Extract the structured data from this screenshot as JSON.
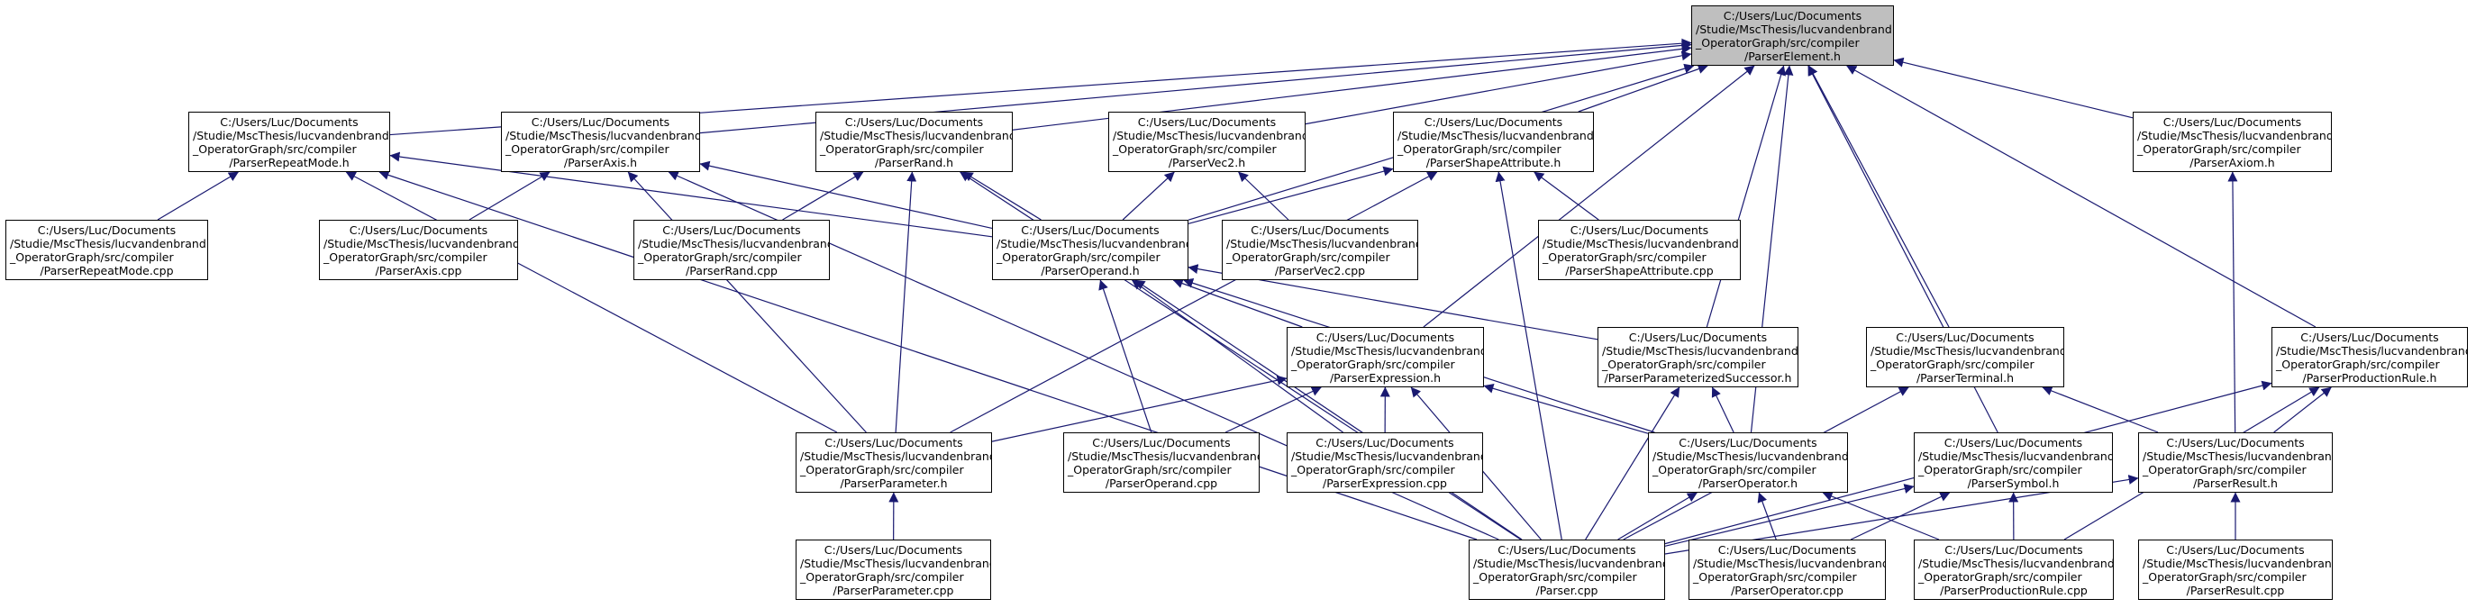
{
  "graph": {
    "edge_color": "#191970",
    "root_fill": "#bfbfbf",
    "nodes": [
      {
        "id": "root",
        "lines": [
          "C:/Users/Luc/Documents",
          "/Studie/MscThesis/lucvandenbrand",
          "_OperatorGraph/src/compiler",
          "/ParserElement.h"
        ]
      },
      {
        "id": "rpm_h",
        "lines": [
          "C:/Users/Luc/Documents",
          "/Studie/MscThesis/lucvandenbrand",
          "_OperatorGraph/src/compiler",
          "/ParserRepeatMode.h"
        ]
      },
      {
        "id": "axis_h",
        "lines": [
          "C:/Users/Luc/Documents",
          "/Studie/MscThesis/lucvandenbrand",
          "_OperatorGraph/src/compiler",
          "/ParserAxis.h"
        ]
      },
      {
        "id": "rand_h",
        "lines": [
          "C:/Users/Luc/Documents",
          "/Studie/MscThesis/lucvandenbrand",
          "_OperatorGraph/src/compiler",
          "/ParserRand.h"
        ]
      },
      {
        "id": "vec2_h",
        "lines": [
          "C:/Users/Luc/Documents",
          "/Studie/MscThesis/lucvandenbrand",
          "_OperatorGraph/src/compiler",
          "/ParserVec2.h"
        ]
      },
      {
        "id": "sa_h",
        "lines": [
          "C:/Users/Luc/Documents",
          "/Studie/MscThesis/lucvandenbrand",
          "_OperatorGraph/src/compiler",
          "/ParserShapeAttribute.h"
        ]
      },
      {
        "id": "axiom_h",
        "lines": [
          "C:/Users/Luc/Documents",
          "/Studie/MscThesis/lucvandenbrand",
          "_OperatorGraph/src/compiler",
          "/ParserAxiom.h"
        ]
      },
      {
        "id": "rpm_cpp",
        "lines": [
          "C:/Users/Luc/Documents",
          "/Studie/MscThesis/lucvandenbrand",
          "_OperatorGraph/src/compiler",
          "/ParserRepeatMode.cpp"
        ]
      },
      {
        "id": "axis_cpp",
        "lines": [
          "C:/Users/Luc/Documents",
          "/Studie/MscThesis/lucvandenbrand",
          "_OperatorGraph/src/compiler",
          "/ParserAxis.cpp"
        ]
      },
      {
        "id": "rand_cpp",
        "lines": [
          "C:/Users/Luc/Documents",
          "/Studie/MscThesis/lucvandenbrand",
          "_OperatorGraph/src/compiler",
          "/ParserRand.cpp"
        ]
      },
      {
        "id": "operand_h",
        "lines": [
          "C:/Users/Luc/Documents",
          "/Studie/MscThesis/lucvandenbrand",
          "_OperatorGraph/src/compiler",
          "/ParserOperand.h"
        ]
      },
      {
        "id": "vec2_cpp",
        "lines": [
          "C:/Users/Luc/Documents",
          "/Studie/MscThesis/lucvandenbrand",
          "_OperatorGraph/src/compiler",
          "/ParserVec2.cpp"
        ]
      },
      {
        "id": "sa_cpp",
        "lines": [
          "C:/Users/Luc/Documents",
          "/Studie/MscThesis/lucvandenbrand",
          "_OperatorGraph/src/compiler",
          "/ParserShapeAttribute.cpp"
        ]
      },
      {
        "id": "expr_h",
        "lines": [
          "C:/Users/Luc/Documents",
          "/Studie/MscThesis/lucvandenbrand",
          "_OperatorGraph/src/compiler",
          "/ParserExpression.h"
        ]
      },
      {
        "id": "ps_h",
        "lines": [
          "C:/Users/Luc/Documents",
          "/Studie/MscThesis/lucvandenbrand",
          "_OperatorGraph/src/compiler",
          "/ParserParameterizedSuccessor.h"
        ]
      },
      {
        "id": "term_h",
        "lines": [
          "C:/Users/Luc/Documents",
          "/Studie/MscThesis/lucvandenbrand",
          "_OperatorGraph/src/compiler",
          "/ParserTerminal.h"
        ]
      },
      {
        "id": "prule_h",
        "lines": [
          "C:/Users/Luc/Documents",
          "/Studie/MscThesis/lucvandenbrand",
          "_OperatorGraph/src/compiler",
          "/ParserProductionRule.h"
        ]
      },
      {
        "id": "param_h",
        "lines": [
          "C:/Users/Luc/Documents",
          "/Studie/MscThesis/lucvandenbrand",
          "_OperatorGraph/src/compiler",
          "/ParserParameter.h"
        ]
      },
      {
        "id": "operand_cpp",
        "lines": [
          "C:/Users/Luc/Documents",
          "/Studie/MscThesis/lucvandenbrand",
          "_OperatorGraph/src/compiler",
          "/ParserOperand.cpp"
        ]
      },
      {
        "id": "expr_cpp",
        "lines": [
          "C:/Users/Luc/Documents",
          "/Studie/MscThesis/lucvandenbrand",
          "_OperatorGraph/src/compiler",
          "/ParserExpression.cpp"
        ]
      },
      {
        "id": "operator_h",
        "lines": [
          "C:/Users/Luc/Documents",
          "/Studie/MscThesis/lucvandenbrand",
          "_OperatorGraph/src/compiler",
          "/ParserOperator.h"
        ]
      },
      {
        "id": "symbol_h",
        "lines": [
          "C:/Users/Luc/Documents",
          "/Studie/MscThesis/lucvandenbrand",
          "_OperatorGraph/src/compiler",
          "/ParserSymbol.h"
        ]
      },
      {
        "id": "result_h",
        "lines": [
          "C:/Users/Luc/Documents",
          "/Studie/MscThesis/lucvandenbrand",
          "_OperatorGraph/src/compiler",
          "/ParserResult.h"
        ]
      },
      {
        "id": "param_cpp",
        "lines": [
          "C:/Users/Luc/Documents",
          "/Studie/MscThesis/lucvandenbrand",
          "_OperatorGraph/src/compiler",
          "/ParserParameter.cpp"
        ]
      },
      {
        "id": "parser_cpp",
        "lines": [
          "C:/Users/Luc/Documents",
          "/Studie/MscThesis/lucvandenbrand",
          "_OperatorGraph/src/compiler",
          "/Parser.cpp"
        ]
      },
      {
        "id": "operator_cpp",
        "lines": [
          "C:/Users/Luc/Documents",
          "/Studie/MscThesis/lucvandenbrand",
          "_OperatorGraph/src/compiler",
          "/ParserOperator.cpp"
        ]
      },
      {
        "id": "prule_cpp",
        "lines": [
          "C:/Users/Luc/Documents",
          "/Studie/MscThesis/lucvandenbrand",
          "_OperatorGraph/src/compiler",
          "/ParserProductionRule.cpp"
        ]
      },
      {
        "id": "result_cpp",
        "lines": [
          "C:/Users/Luc/Documents",
          "/Studie/MscThesis/lucvandenbrand",
          "_OperatorGraph/src/compiler",
          "/ParserResult.cpp"
        ]
      }
    ],
    "edges": [
      [
        "rpm_h",
        "root"
      ],
      [
        "axis_h",
        "root"
      ],
      [
        "rand_h",
        "root"
      ],
      [
        "vec2_h",
        "root"
      ],
      [
        "sa_h",
        "root"
      ],
      [
        "axiom_h",
        "root"
      ],
      [
        "operand_h",
        "root"
      ],
      [
        "expr_h",
        "root"
      ],
      [
        "ps_h",
        "root"
      ],
      [
        "term_h",
        "root"
      ],
      [
        "prule_h",
        "root"
      ],
      [
        "operator_h",
        "root"
      ],
      [
        "symbol_h",
        "root"
      ],
      [
        "rpm_cpp",
        "rpm_h"
      ],
      [
        "operand_h",
        "rpm_h"
      ],
      [
        "param_h",
        "rpm_h"
      ],
      [
        "parser_cpp",
        "rpm_h"
      ],
      [
        "axis_cpp",
        "axis_h"
      ],
      [
        "operand_h",
        "axis_h"
      ],
      [
        "param_h",
        "axis_h"
      ],
      [
        "parser_cpp",
        "axis_h"
      ],
      [
        "rand_cpp",
        "rand_h"
      ],
      [
        "operand_h",
        "rand_h"
      ],
      [
        "param_h",
        "rand_h"
      ],
      [
        "parser_cpp",
        "rand_h"
      ],
      [
        "operand_h",
        "vec2_h"
      ],
      [
        "vec2_cpp",
        "vec2_h"
      ],
      [
        "operand_h",
        "sa_h"
      ],
      [
        "param_h",
        "sa_h"
      ],
      [
        "sa_cpp",
        "sa_h"
      ],
      [
        "parser_cpp",
        "sa_h"
      ],
      [
        "result_h",
        "axiom_h"
      ],
      [
        "expr_h",
        "operand_h"
      ],
      [
        "ps_h",
        "operand_h"
      ],
      [
        "operand_cpp",
        "operand_h"
      ],
      [
        "expr_cpp",
        "operand_h"
      ],
      [
        "operator_h",
        "operand_h"
      ],
      [
        "parser_cpp",
        "operand_h"
      ],
      [
        "param_h",
        "expr_h"
      ],
      [
        "operand_cpp",
        "expr_h"
      ],
      [
        "expr_cpp",
        "expr_h"
      ],
      [
        "operator_h",
        "expr_h"
      ],
      [
        "parser_cpp",
        "expr_h"
      ],
      [
        "operator_h",
        "ps_h"
      ],
      [
        "parser_cpp",
        "ps_h"
      ],
      [
        "result_h",
        "term_h"
      ],
      [
        "parser_cpp",
        "term_h"
      ],
      [
        "result_h",
        "prule_h"
      ],
      [
        "parser_cpp",
        "prule_h"
      ],
      [
        "prule_cpp",
        "prule_h"
      ],
      [
        "param_cpp",
        "param_h"
      ],
      [
        "parser_cpp",
        "operator_h"
      ],
      [
        "operator_cpp",
        "operator_h"
      ],
      [
        "prule_cpp",
        "operator_h"
      ],
      [
        "parser_cpp",
        "symbol_h"
      ],
      [
        "operator_cpp",
        "symbol_h"
      ],
      [
        "prule_cpp",
        "symbol_h"
      ],
      [
        "parser_cpp",
        "result_h"
      ],
      [
        "result_cpp",
        "result_h"
      ]
    ]
  }
}
